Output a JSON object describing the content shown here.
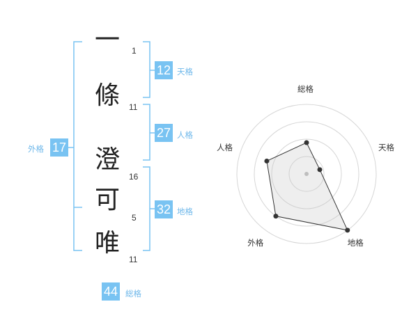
{
  "name": {
    "chars": [
      {
        "char": "一",
        "strokes": "1"
      },
      {
        "char": "條",
        "strokes": "11"
      },
      {
        "char": "澄",
        "strokes": "16"
      },
      {
        "char": "可",
        "strokes": "5"
      },
      {
        "char": "唯",
        "strokes": "11"
      }
    ]
  },
  "fortune": {
    "tenkaku": {
      "value": "12",
      "label": "天格"
    },
    "jinkaku": {
      "value": "27",
      "label": "人格"
    },
    "chikaku": {
      "value": "32",
      "label": "地格"
    },
    "gaikaku": {
      "value": "17",
      "label": "外格"
    },
    "soukaku": {
      "value": "44",
      "label": "総格"
    }
  },
  "colors": {
    "accent": "#79c3f2",
    "bracket": "#79c3f2"
  },
  "chart_data": {
    "type": "radar",
    "axes": [
      "総格",
      "天格",
      "地格",
      "外格",
      "人格"
    ],
    "values": [
      0.45,
      0.2,
      1.0,
      0.75,
      0.6
    ],
    "rings": 4
  }
}
